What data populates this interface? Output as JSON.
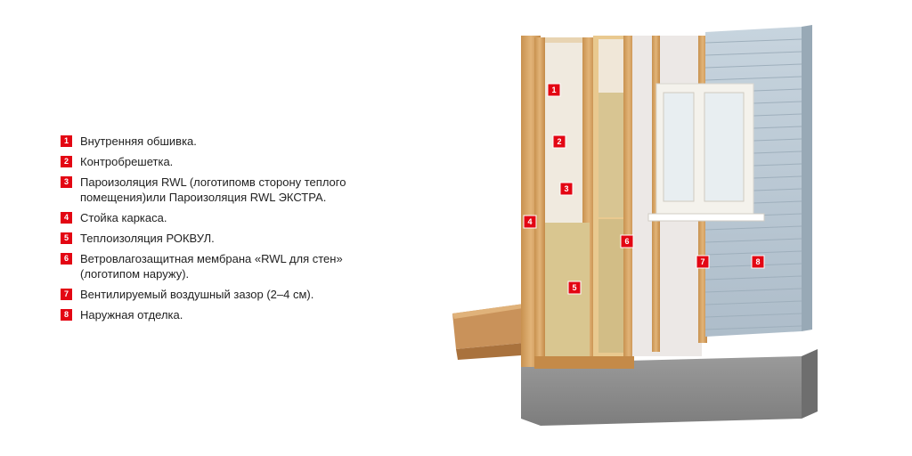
{
  "legend": [
    {
      "num": "1",
      "label": "Внутренняя обшивка."
    },
    {
      "num": "2",
      "label": "Контробрешетка."
    },
    {
      "num": "3",
      "label": "Пароизоляция RWL (логотипомв сторону теплого помещения)или Пароизоляция RWL ЭКСТРА."
    },
    {
      "num": "4",
      "label": "Стойка каркаса."
    },
    {
      "num": "5",
      "label": "Теплоизоляция РОКВУЛ."
    },
    {
      "num": "6",
      "label": "Ветровлагозащитная мембрана «RWL для стен» (логотипом наружу)."
    },
    {
      "num": "7",
      "label": "Вентилируемый воздушный зазор (2–4 см)."
    },
    {
      "num": "8",
      "label": "Наружная отделка."
    }
  ],
  "markers": [
    "1",
    "2",
    "3",
    "4",
    "5",
    "6",
    "7",
    "8"
  ],
  "colors": {
    "accent": "#e30613",
    "wood": "#d9a86a",
    "insulation": "#d8c592",
    "siding": "#b9c8d3",
    "foundation": "#8f8f8f"
  }
}
